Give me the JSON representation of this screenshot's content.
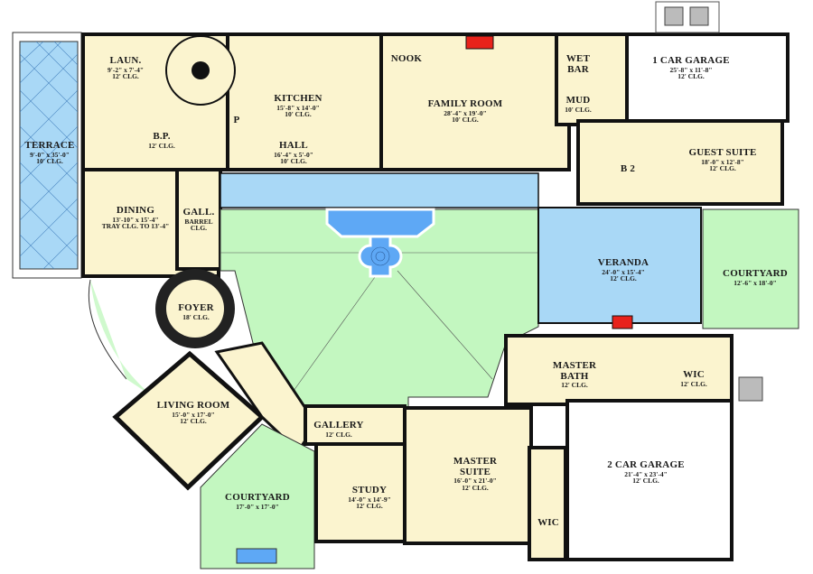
{
  "title": "Floor Plan",
  "colors": {
    "interior": "#fbf4cf",
    "veranda_water": "#a9d8f6",
    "pool": "#5ea8f5",
    "courtyard": "#c3f7c0",
    "garage": "#ffffff",
    "wall": "#111111",
    "fireplace": "#e8221b"
  },
  "rooms": [
    {
      "id": "terrace",
      "name": "TERRACE",
      "dim": "9'-0\" x 35'-0\"",
      "clg": "10' CLG."
    },
    {
      "id": "laundry",
      "name": "LAUN.",
      "dim": "9'-2\" x 7'-4\"",
      "clg": "12' CLG."
    },
    {
      "id": "bp",
      "name": "B.P.",
      "dim": "",
      "clg": "12' CLG."
    },
    {
      "id": "kitchen",
      "name": "KITCHEN",
      "dim": "15'-8\" x 14'-0\"",
      "clg": "10' CLG."
    },
    {
      "id": "pantry",
      "name": "P",
      "dim": "",
      "clg": ""
    },
    {
      "id": "hall",
      "name": "HALL",
      "dim": "16'-4\" x 5'-0\"",
      "clg": "10' CLG."
    },
    {
      "id": "nook",
      "name": "NOOK",
      "dim": "",
      "clg": ""
    },
    {
      "id": "family",
      "name": "FAMILY ROOM",
      "dim": "28'-4\" x 19'-0\"",
      "clg": "10' CLG."
    },
    {
      "id": "wetbar",
      "name": "WET BAR",
      "dim": "",
      "clg": ""
    },
    {
      "id": "mud",
      "name": "MUD",
      "dim": "",
      "clg": "10' CLG."
    },
    {
      "id": "garage1",
      "name": "1 CAR GARAGE",
      "dim": "25'-8\" x 11'-8\"",
      "clg": "12' CLG."
    },
    {
      "id": "b2",
      "name": "B 2",
      "dim": "",
      "clg": ""
    },
    {
      "id": "guest",
      "name": "GUEST SUITE",
      "dim": "18'-0\" x 12'-8\"",
      "clg": "12' CLG."
    },
    {
      "id": "dining",
      "name": "DINING",
      "dim": "13'-10\" x 15'-4\"",
      "clg": "TRAY CLG. TO 13'-4\""
    },
    {
      "id": "gall",
      "name": "GALL.",
      "dim": "BARREL",
      "clg": "CLG."
    },
    {
      "id": "foyer",
      "name": "FOYER",
      "dim": "",
      "clg": "18' CLG."
    },
    {
      "id": "veranda",
      "name": "VERANDA",
      "dim": "24'-0\" x 15'-4\"",
      "clg": "12' CLG."
    },
    {
      "id": "courtyard_e",
      "name": "COURTYARD",
      "dim": "12'-6\" x 18'-0\"",
      "clg": ""
    },
    {
      "id": "living",
      "name": "LIVING ROOM",
      "dim": "15'-0\" x 17'-0\"",
      "clg": "12' CLG."
    },
    {
      "id": "gallery",
      "name": "GALLERY",
      "dim": "",
      "clg": "12' CLG."
    },
    {
      "id": "master_bath",
      "name": "MASTER BATH",
      "dim": "",
      "clg": "12' CLG."
    },
    {
      "id": "wic1",
      "name": "WIC",
      "dim": "",
      "clg": "12' CLG."
    },
    {
      "id": "courtyard_s",
      "name": "COURTYARD",
      "dim": "17'-0\" x 17'-0\"",
      "clg": ""
    },
    {
      "id": "study",
      "name": "STUDY",
      "dim": "14'-0\" x 14'-9\"",
      "clg": "12' CLG."
    },
    {
      "id": "master_suite",
      "name": "MASTER SUITE",
      "dim": "16'-0\" x 21'-0\"",
      "clg": "12' CLG."
    },
    {
      "id": "wic2",
      "name": "WIC",
      "dim": "",
      "clg": ""
    },
    {
      "id": "garage2",
      "name": "2 CAR GARAGE",
      "dim": "21'-4\" x 23'-4\"",
      "clg": "12' CLG."
    }
  ]
}
